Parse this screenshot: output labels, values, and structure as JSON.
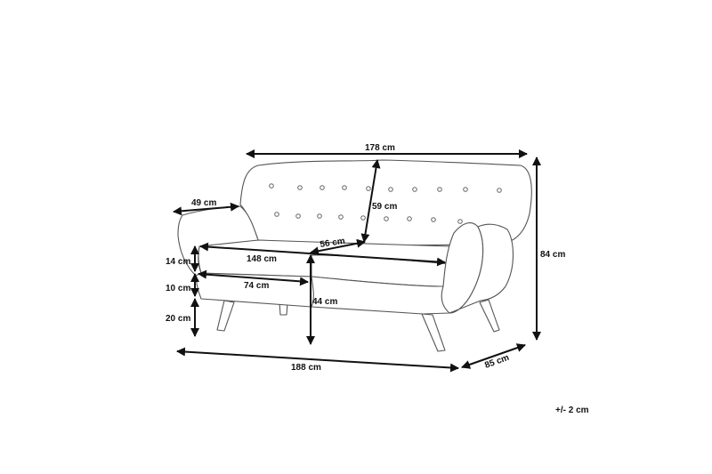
{
  "diagram": {
    "subject": "sofa",
    "dimensions": {
      "width_top": "178 cm",
      "width_total": "188 cm",
      "height_total": "84 cm",
      "depth_total": "85 cm",
      "armrest_depth": "49 cm",
      "backrest_height": "59 cm",
      "seat_depth": "56 cm",
      "seat_width": "148 cm",
      "seat_inner_width": "74 cm",
      "seat_height": "44 cm",
      "cushion_height": "14 cm",
      "base_height": "10 cm",
      "leg_height": "20 cm"
    },
    "tolerance": "+/- 2 cm",
    "colors": {
      "outline": "#555555",
      "dimension_lines": "#111111",
      "background": "#ffffff"
    }
  }
}
